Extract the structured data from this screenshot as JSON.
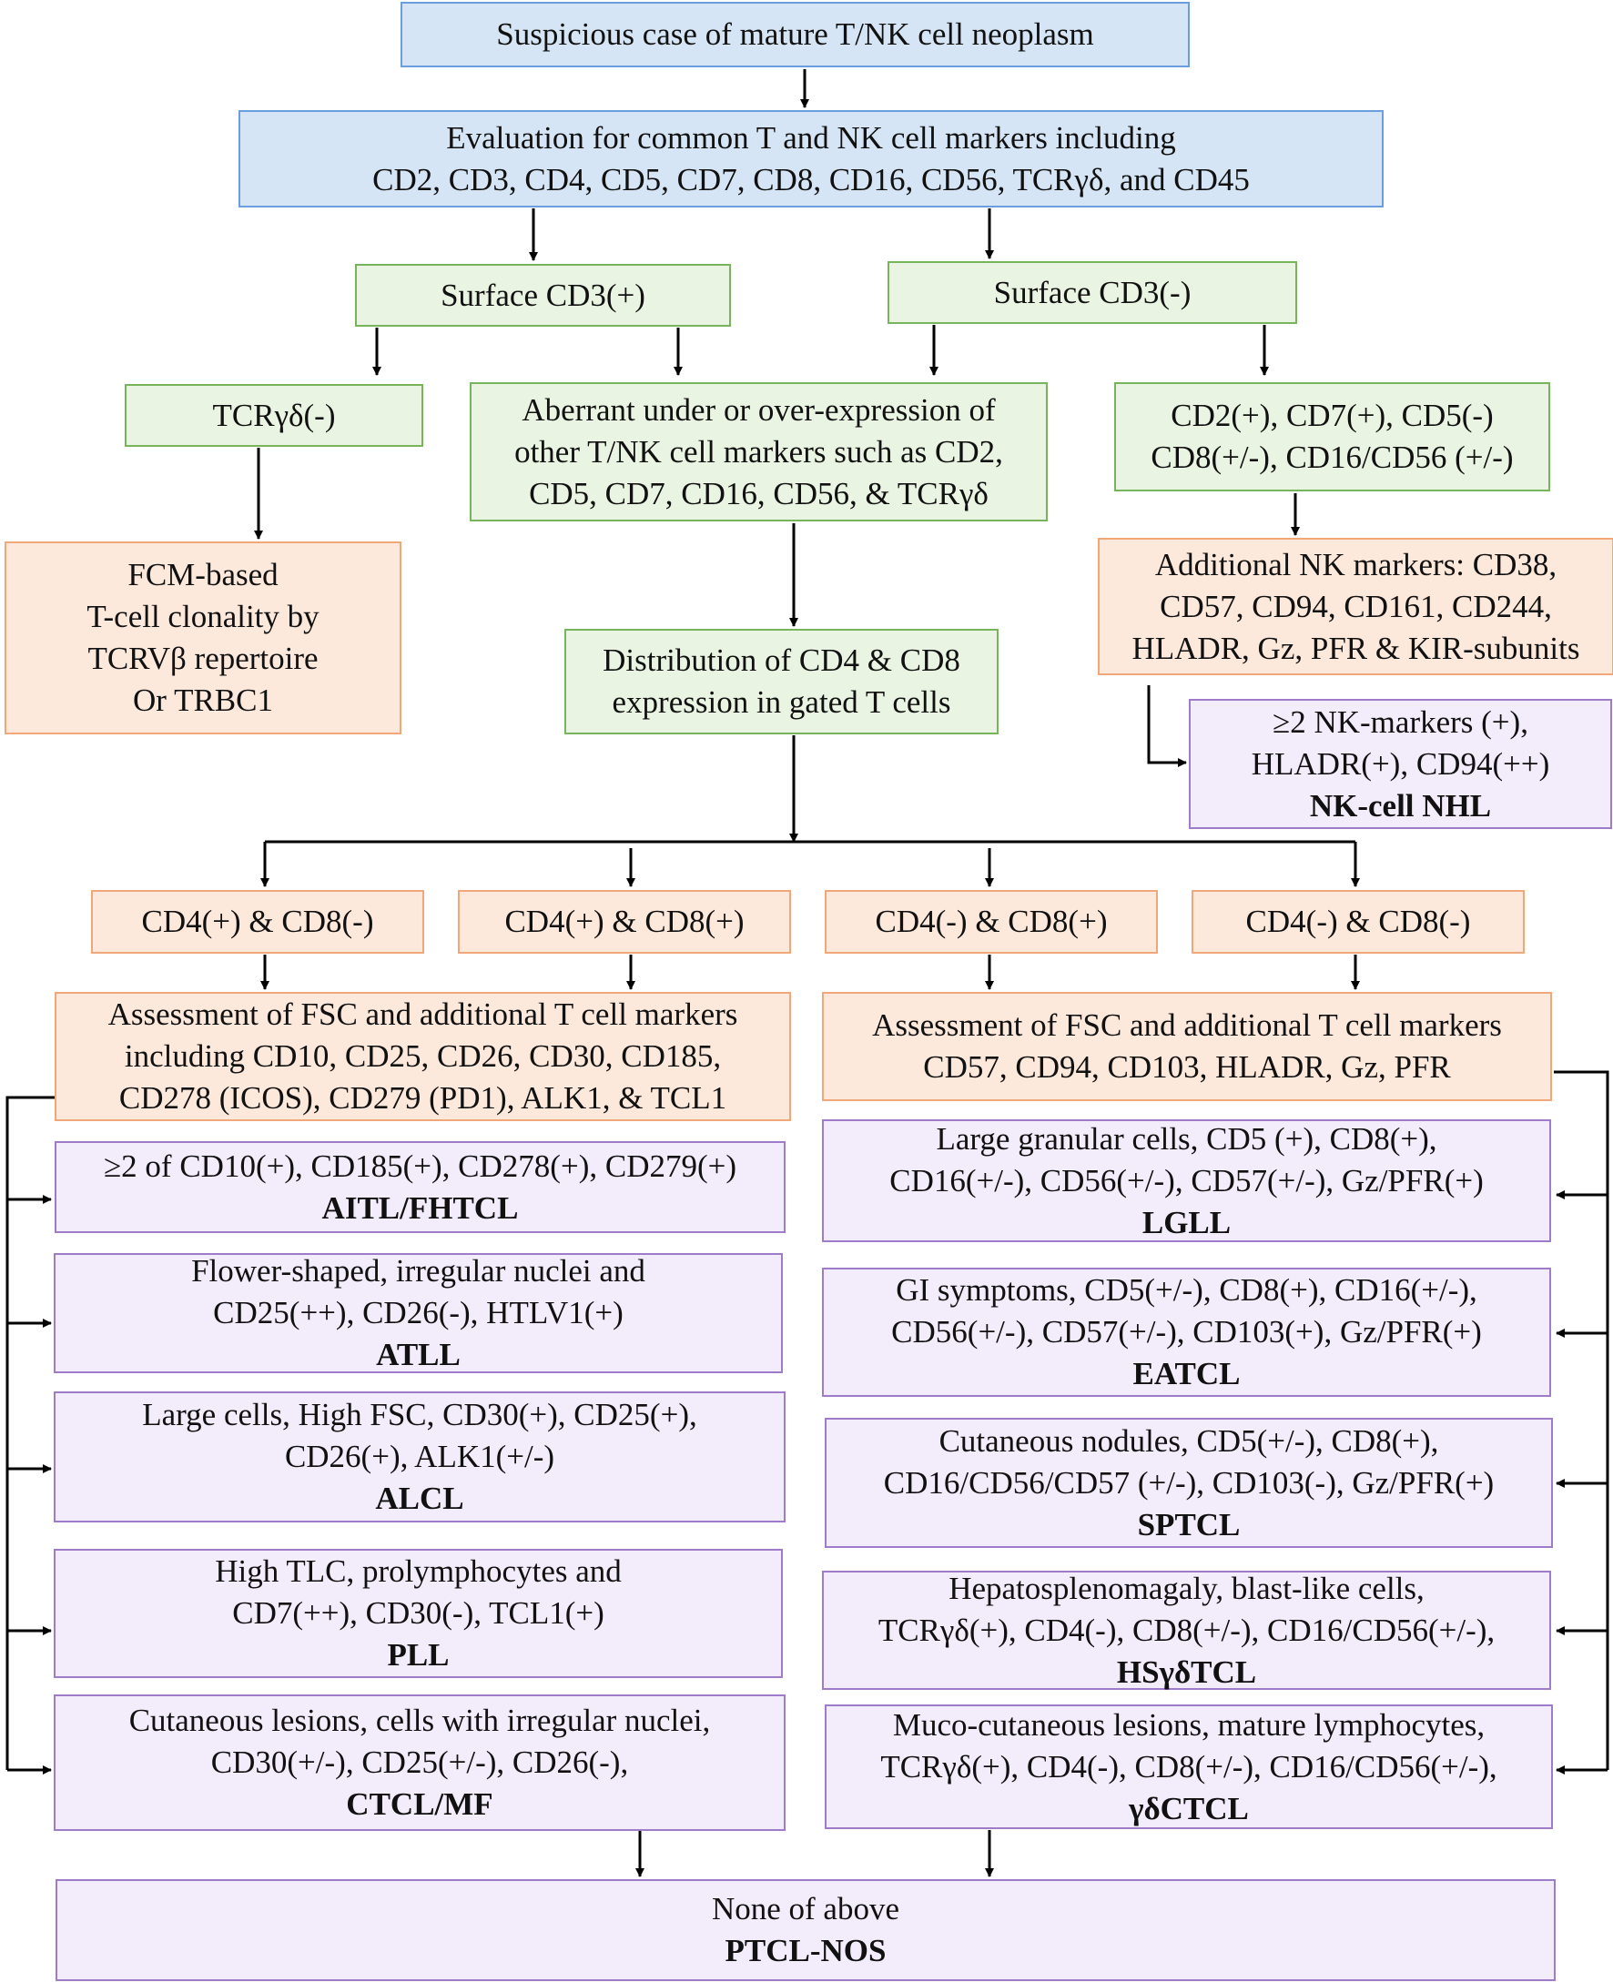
{
  "start": "Suspicious case of mature T/NK cell neoplasm",
  "evaluation": [
    "Evaluation for common T and NK cell markers including",
    "CD2, CD3, CD4, CD5, CD7, CD8, CD16, CD56, TCRγδ, and CD45"
  ],
  "cd3_pos": "Surface CD3(+)",
  "cd3_neg": "Surface CD3(-)",
  "tcr_neg": "TCRγδ(-)",
  "aberrant": [
    "Aberrant under or over-expression of",
    "other T/NK cell markers such as CD2,",
    "CD5, CD7, CD16, CD56, & TCRγδ"
  ],
  "nk_profile": [
    "CD2(+), CD7(+), CD5(-)",
    "CD8(+/-), CD16/CD56 (+/-)"
  ],
  "fcm": [
    "FCM-based",
    "T-cell clonality by",
    "TCRVβ repertoire",
    "Or TRBC1"
  ],
  "distribution": [
    "Distribution of CD4 & CD8",
    "expression in gated T cells"
  ],
  "nk_markers": [
    "Additional NK markers: CD38,",
    "CD57, CD94, CD161, CD244,",
    "HLADR, Gz, PFR & KIR-subunits"
  ],
  "nk_nhl": {
    "lines": [
      "≥2 NK-markers (+),",
      "HLADR(+), CD94(++)"
    ],
    "name": "NK-cell NHL"
  },
  "subsets": [
    "CD4(+) & CD8(-)",
    "CD4(+) & CD8(+)",
    "CD4(-) & CD8(+)",
    "CD4(-) & CD8(-)"
  ],
  "assess_left": [
    "Assessment of FSC and additional T cell markers",
    "including CD10, CD25, CD26, CD30, CD185,",
    "CD278 (ICOS), CD279 (PD1), ALK1, & TCL1"
  ],
  "assess_right": [
    "Assessment of FSC and additional T cell markers",
    "CD57, CD94, CD103, HLADR, Gz, PFR"
  ],
  "left_dx": [
    {
      "lines": [
        "≥2 of CD10(+), CD185(+), CD278(+), CD279(+)"
      ],
      "name": "AITL/FHTCL"
    },
    {
      "lines": [
        "Flower-shaped, irregular nuclei and",
        "CD25(++), CD26(-), HTLV1(+)"
      ],
      "name": "ATLL"
    },
    {
      "lines": [
        "Large cells, High FSC, CD30(+), CD25(+),",
        "CD26(+), ALK1(+/-)"
      ],
      "name": "ALCL"
    },
    {
      "lines": [
        "High TLC, prolymphocytes and",
        "CD7(++), CD30(-), TCL1(+)"
      ],
      "name": "PLL"
    },
    {
      "lines": [
        "Cutaneous lesions, cells with irregular nuclei,",
        "CD30(+/-), CD25(+/-), CD26(-),"
      ],
      "name": "CTCL/MF"
    }
  ],
  "right_dx": [
    {
      "lines": [
        "Large granular cells, CD5 (+), CD8(+),",
        "CD16(+/-), CD56(+/-), CD57(+/-), Gz/PFR(+)"
      ],
      "name": "LGLL"
    },
    {
      "lines": [
        "GI symptoms, CD5(+/-), CD8(+), CD16(+/-),",
        "CD56(+/-), CD57(+/-), CD103(+), Gz/PFR(+)"
      ],
      "name": "EATCL"
    },
    {
      "lines": [
        "Cutaneous nodules, CD5(+/-), CD8(+),",
        "CD16/CD56/CD57 (+/-), CD103(-), Gz/PFR(+)"
      ],
      "name": "SPTCL"
    },
    {
      "lines": [
        "Hepatosplenomagaly, blast-like cells,",
        "TCRγδ(+), CD4(-), CD8(+/-), CD16/CD56(+/-),"
      ],
      "name": "HSγδTCL"
    },
    {
      "lines": [
        "Muco-cutaneous lesions, mature lymphocytes,",
        "TCRγδ(+), CD4(-), CD8(+/-), CD16/CD56(+/-),"
      ],
      "name": "γδCTCL"
    }
  ],
  "none": {
    "lines": [
      "None of above"
    ],
    "name": "PTCL-NOS"
  }
}
